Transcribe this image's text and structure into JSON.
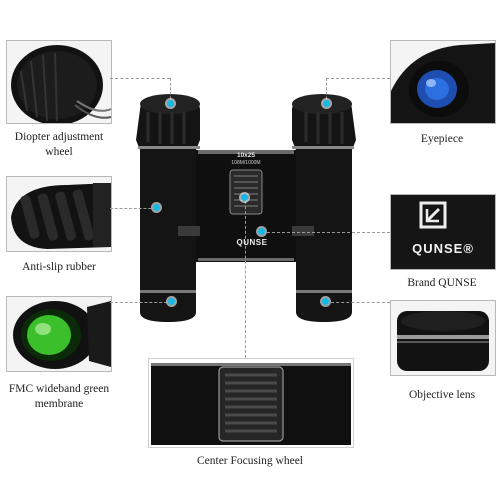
{
  "callouts": {
    "diopter": "Diopter adjustment wheel",
    "eyepiece": "Eyepiece",
    "anti_slip": "Anti-slip rubber",
    "brand": "Brand QUNSE",
    "fmc": "FMC wideband green membrane",
    "objective": "Objective lens",
    "focus_wheel": "Center Focusing wheel"
  },
  "binocular_text": {
    "spec_top": "10x25",
    "spec_bottom": "108M/1000M",
    "brand_mark": "QUNSE",
    "logo_mark": "QUNSE®"
  },
  "colors": {
    "marker": "#16b8e6",
    "body": "#141414",
    "lens_green": "#3bbf2a",
    "lens_blue": "#1e4fb0"
  }
}
